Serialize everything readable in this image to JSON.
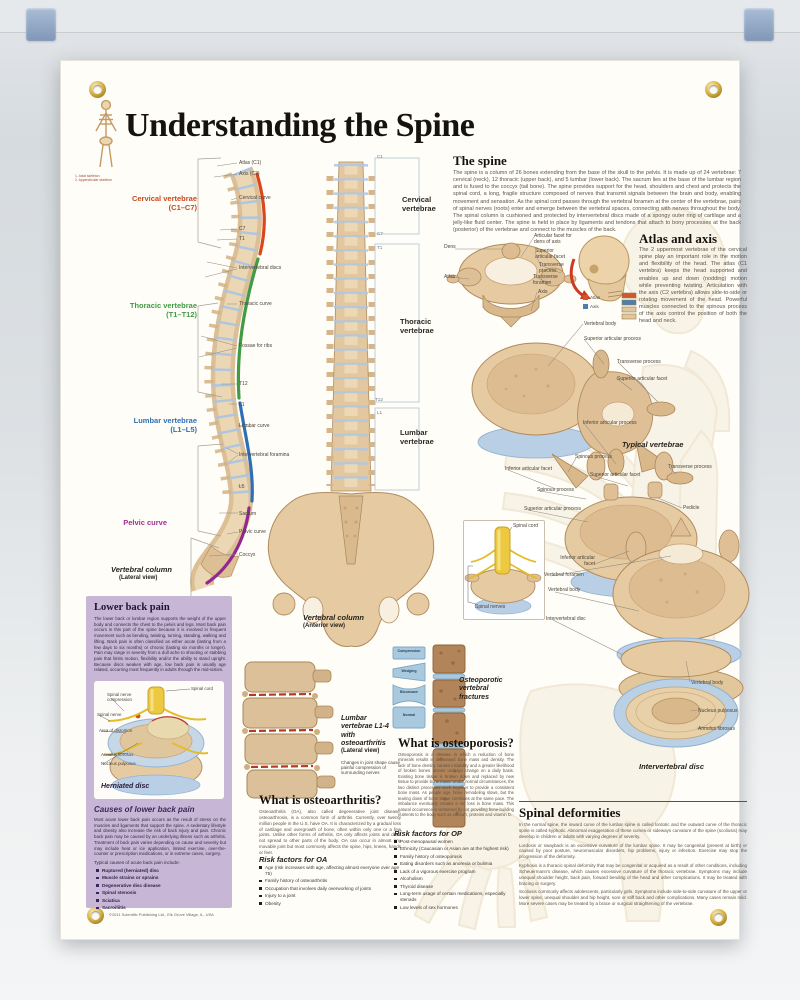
{
  "colors": {
    "cervical": "#c6491e",
    "thoracic": "#3f9b44",
    "lumbar": "#2f6fb5",
    "pelvic": "#a0308f",
    "atlas_legend": "#cc5a2a",
    "axis_legend": "#4a7fae",
    "panel": "#c7b6d5",
    "disc_blue": "#b9cfe6",
    "bone": "#e6cba2"
  },
  "poster": {
    "title": "Understanding the Spine",
    "skeleton_key": [
      "1. Axial skeleton",
      "2. Appendicular skeleton"
    ],
    "lateral": {
      "groups": [
        {
          "line1": "Cervical vertebrae",
          "line2": "(C1–C7)"
        },
        {
          "line1": "Thoracic vertebrae",
          "line2": "(T1–T12)"
        },
        {
          "line1": "Lumbar vertebrae",
          "line2": "(L1–L5)"
        },
        {
          "line1": "Pelvic curve",
          "line2": ""
        }
      ],
      "right_labels": [
        "Atlas (C1)",
        "Axis (C2)",
        "Cervical curve",
        "C7",
        "T1",
        "Intervertebral discs",
        "Thoracic curve",
        "Fossae for ribs",
        "T12",
        "L1",
        "Lumbar curve",
        "Intervertebral foramina",
        "L5",
        "Sacrum",
        "Pelvic curve",
        "Coccyx"
      ],
      "caption": "Vertebral column",
      "caption_sub": "(Lateral view)"
    },
    "anterior": {
      "groups": [
        "Cervical vertebrae",
        "Thoracic vertebrae",
        "Lumbar vertebrae"
      ],
      "ticks": [
        "C1",
        "C7",
        "T1",
        "T12",
        "L1"
      ],
      "caption": "Vertebral column",
      "caption_sub": "(Anterior view)"
    },
    "spine_intro": {
      "heading": "The spine",
      "body": "The spine is a column of 26 bones extending from the base of the skull to the pelvis. It is made up of 24 vertebrae: 7 cervical (neck), 12 thoracic (upper back), and 5 lumbar (lower back). The sacrum lies at the base of the lumbar region and is fused to the coccyx (tail bone). The spine provides support for the head, shoulders and chest and protects the spinal cord, a long, fragile structure composed of nerves that transmit signals between the brain and body, enabling movement and sensation. As the spinal cord passes through the vertebral foramen at the center of the vertebrae, pairs of spinal nerves (roots) enter and emerge between the vertebral spaces, connecting with nerves throughout the body. The spinal column is cushioned and protected by intervertebral discs made of a spongy outer ring of cartilage and a jelly-like fluid center. The spine is held in place by ligaments and tendons that attach to bony processes at the back (posterior) of the vertebrae and connect to the muscles of the back."
    },
    "atlas_diagram": {
      "labels": [
        "Dens",
        "Atlas",
        "Articular facet for dens of axis",
        "Superior articular facet",
        "Transverse process",
        "Transverse foramen",
        "Axis"
      ]
    },
    "atlas_axis": {
      "heading": "Atlas and axis",
      "body": "The 2 uppermost vertebrae of the cervical spine play an important role in the motion and flexibility of the head. The atlas (C1 vertebra) keeps the head supported and enables up and down (nodding) motion while preventing twisting. Articulation with the axis (C2 vertebra) allows side-to-side or rotating movement of the head. Powerful muscles connected to the spinous process of the axis control the position of both the head and neck.",
      "legend": [
        "Atlas",
        "Axis"
      ]
    },
    "typical": {
      "caption": "Typical vertebrae",
      "upper_labels": [
        "Vertebral body",
        "Superior articular process",
        "Transverse process",
        "Superior articular facet",
        "Inferior articular process"
      ],
      "lower_labels": [
        "Spinous process",
        "Inferior articular facet",
        "Superior articular facet",
        "Spinous process",
        "Superior articular process",
        "Transverse process",
        "Pedicle"
      ]
    },
    "cord_inset": {
      "labels": [
        "Spinal cord",
        "Spinal nerves"
      ]
    },
    "stack_labels": [
      "Inferior articular facet",
      "Vertebral foramen",
      "Vertebral body",
      "Intervertebral disc"
    ],
    "disc_figure": {
      "labels": [
        "Vertebral body",
        "Nucleus pulposus",
        "Annulus fibrosus"
      ],
      "caption": "Intervertebral disc"
    },
    "lower_back": {
      "heading": "Lower back pain",
      "body": "The lower back or lumbar region supports the weight of the upper body and connects the chest to the pelvis and legs. Most back pain occurs in this part of the spine because it is involved in frequent movement such as bending, twisting, turning, standing, walking and lifting. Back pain is often classified as either acute (lasting from a few days to six months) or chronic (lasting six months or longer). Pain may range in severity from a dull ache to shooting or stabbing pain that limits motion, flexibility and/or the ability to stand upright. Because discs weaken with age, low back pain is usually age related, occurring most frequently in adults through the mid-sixties.",
      "diagram_labels": [
        "Spinal cord",
        "Spinal nerve compression",
        "Spinal nerve",
        "Area of distortion",
        "Annulus fibrosus",
        "Nucleus pulposus"
      ],
      "diagram_caption": "Herniated disc",
      "causes_heading": "Causes of lower back pain",
      "causes_body": "Most acute lower back pain occurs as the result of stress on the muscles and ligaments that support the spine. A sedentary lifestyle and obesity also increase the risk of back injury and pain. Chronic back pain may be caused by an underlying illness such as arthritis. Treatment of back pain varies depending on cause and severity but may include heat or ice application, limited exercise, over-the-counter or prescription medications, or in extreme cases, surgery.",
      "causes_intro": "Typical causes of acute back pain include:",
      "causes": [
        "Ruptured (herniated) disc",
        "Muscle strains or sprains",
        "Degenerative disc disease",
        "Spinal stenosis",
        "Sciatica",
        "Sacroiliitis"
      ]
    },
    "oa": {
      "figure_caption": "Lumbar vertebrae L1-4 with osteoarthritis",
      "figure_caption_sub": "(Lateral view)",
      "figure_note": "Changes in joint shape cause painful compression of surrounding nerves",
      "heading": "What is osteoarthritis?",
      "body": "Osteoarthritis (OA), also called degenerative joint disease, osteoarthrosis, is a common form of arthritis. Currently, over twenty million people in the U.S. have OA. It is characterized by a gradual loss of cartilage and overgrowth of bone, often within only one or a few joints. Unlike other forms of arthritis, OA only affects joints and does not spread to other parts of the body. OA can occur in almost any movable joint but most commonly affects the spine, hips, knees, hands or feet.",
      "risk_heading": "Risk factors for OA",
      "risks": [
        "Age (risk increases with age, affecting almost everyone over age 75)",
        "Family history of osteoarthritis",
        "Occupation that involves daily overworking of joints",
        "Injury to a joint",
        "Obesity"
      ]
    },
    "op": {
      "fracture_labels": [
        "Compression",
        "Wedging",
        "Biconcave",
        "Normal"
      ],
      "figure_caption": "Osteoporotic vertebral fractures",
      "heading": "What is osteoporosis?",
      "body": "Osteoporosis is a disease in which a reduction of bone minerals results in decreased bone mass and density. The lack of bone density causes instability and a greater likelihood of broken bones. Bones undergo change on a daily basis. Existing bone tissue is broken down and replaced by new tissue to provide bone mass. Under normal circumstances, the two distinct processes work together to provide a consistent bone mass. As people age, bone remodeling slows, but the tearing down of bone tissue continues at the same pace. The imbalance eventually creates a net loss in bone mass. This natural occurrence is worsened by not providing bone-building nutrients to the body such as calcium, proteins and vitamin D.",
      "risk_heading": "Risk factors for OP",
      "risks": [
        "Post-menopausal women",
        "Ethnicity (Caucasian or Asian are at the highest risk)",
        "Family history of osteoporosis",
        "Eating disorders such as anorexia or bulimia",
        "Lack of a vigorous exercise program",
        "Alcoholism",
        "Thyroid disease",
        "Long-term usage of certain medications, especially steroids",
        "Low levels of sex hormones"
      ]
    },
    "deformities": {
      "heading": "Spinal deformities",
      "paragraphs": [
        "In the normal spine, the inward curve of the lumbar spine is called lordotic and the outward curve of the thoracic spine is called kyphotic. Abnormal exaggeration of these curves or sideways curvature of the spine (scoliosis) may develop in children or adults with varying degrees of severity.",
        "Lordosis or swayback is an excessive curvature of the lumbar spine. It may be congenital (present at birth) or caused by poor posture, neuromuscular disorders, hip problems, injury or infection. Exercise may stop the progression of the deformity.",
        "Kyphosis is a thoracic spinal deformity that may be congenital or acquired as a result of other conditions, including Scheuermann's disease, which causes excessive curvature of the thoracic vertebrae. Symptoms may include unequal shoulder height, back pain, forward bending of the head and other complications. It may be treated with bracing or surgery.",
        "Scoliosis commonly affects adolescents, particularly girls. Symptoms include side-to-side curvature of the upper or lower spine, unequal shoulder and hip height, sore or stiff back and other complications. Many cases remain mild. More severe cases may be treated by a brace or surgical straightening of the vertebrae."
      ]
    },
    "copyright": "©2011 Scientific Publishing Ltd., Elk Grove Village, IL, USA"
  }
}
